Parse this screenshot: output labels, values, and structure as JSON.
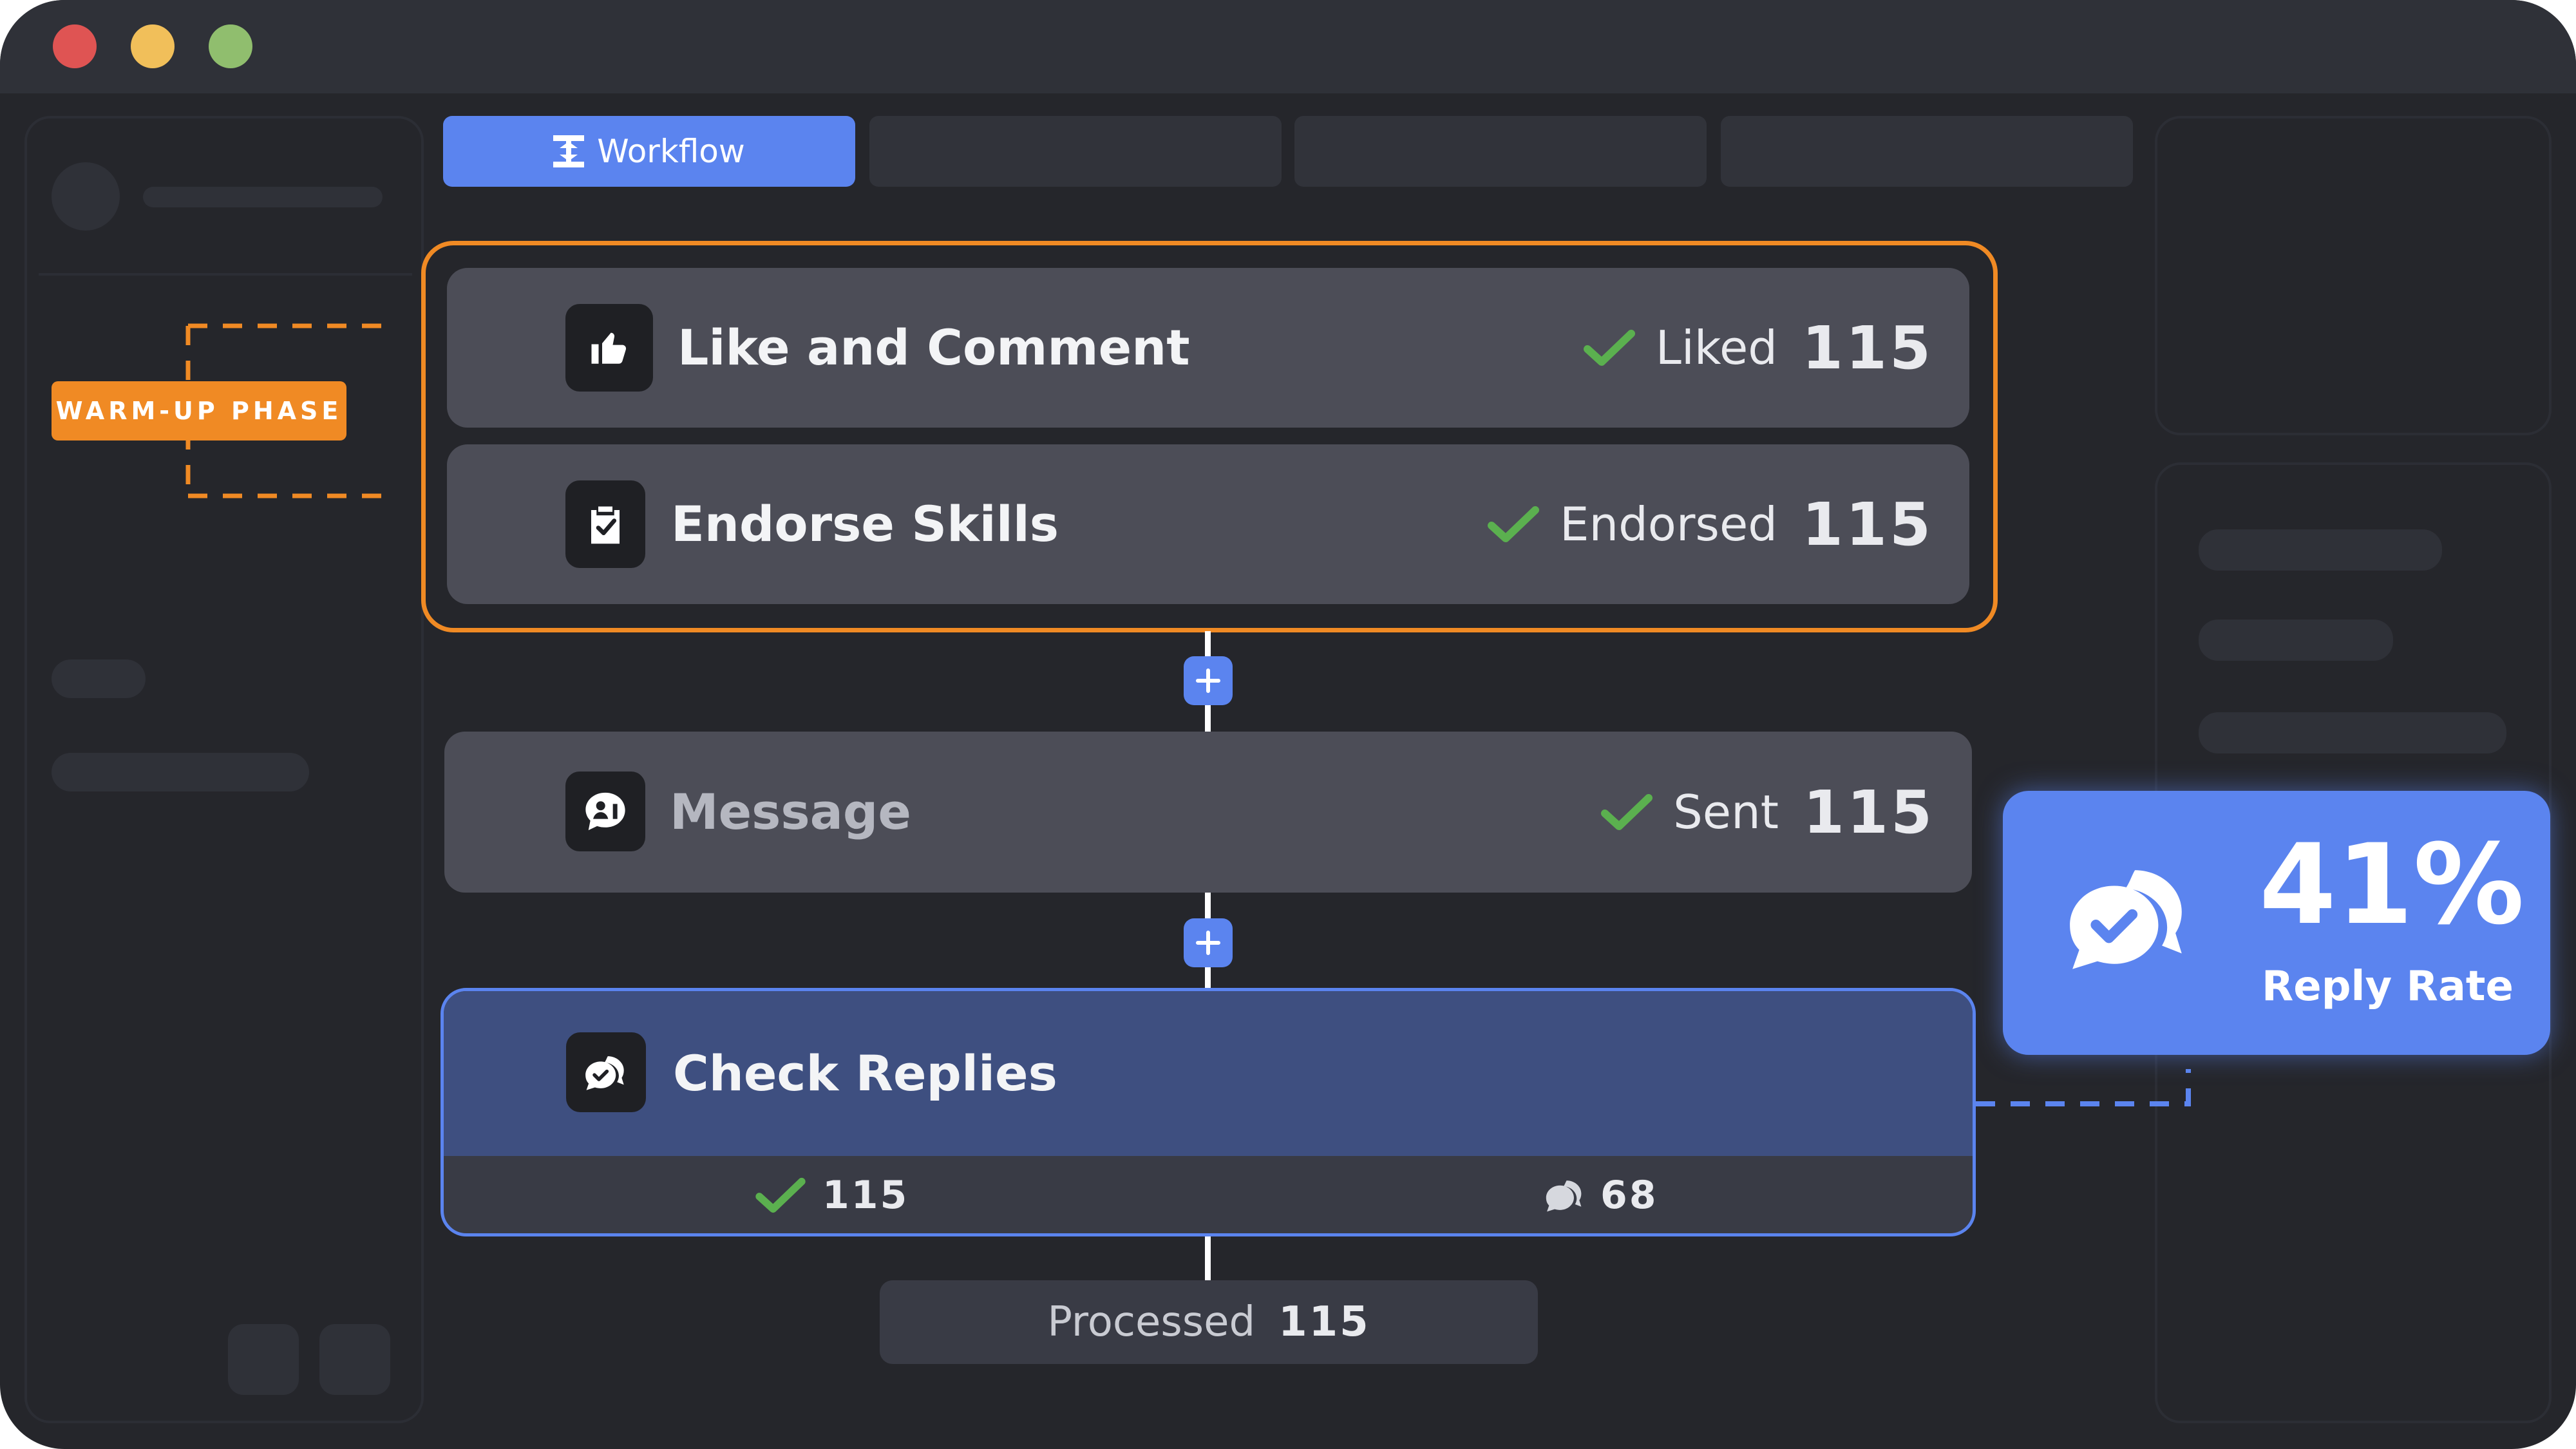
{
  "tabs": [
    {
      "label": "Workflow",
      "icon": "workflow-icon",
      "active": true
    },
    {
      "label": "",
      "active": false
    },
    {
      "label": "",
      "active": false
    },
    {
      "label": "",
      "active": false
    }
  ],
  "warmup_badge": "WARM-UP PHASE",
  "steps": {
    "like": {
      "title": "Like and Comment",
      "icon": "thumbs-up-icon",
      "status": "Liked",
      "count": "115"
    },
    "endorse": {
      "title": "Endorse Skills",
      "icon": "clipboard-check-icon",
      "status": "Endorsed",
      "count": "115"
    },
    "message": {
      "title": "Message",
      "icon": "message-icon",
      "status": "Sent",
      "count": "115"
    },
    "check": {
      "title": "Check Replies",
      "icon": "reply-check-icon",
      "checked_count": "115",
      "replies_count": "68"
    }
  },
  "processed": {
    "label": "Processed",
    "count": "115"
  },
  "reply_rate": {
    "value": "41%",
    "label": "Reply Rate"
  },
  "colors": {
    "accent_blue": "#5b84ef",
    "warmup_orange": "#f08a24",
    "check_green": "#5bb04f",
    "window_bg": "#25262b",
    "card_bg": "#4c4d57",
    "check_card_bg": "#3e4f80"
  }
}
